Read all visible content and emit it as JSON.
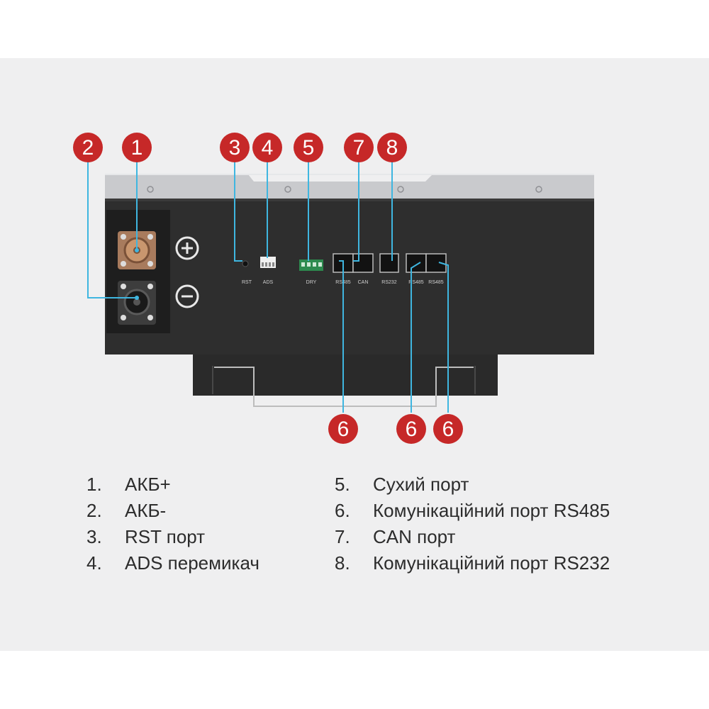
{
  "device": {
    "port_labels": {
      "rst": "RST",
      "ads": "ADS",
      "dry": "DRY",
      "rs485_a": "RS485",
      "can": "CAN",
      "rs232": "RS232",
      "rs485_b": "RS485",
      "rs485_c": "RS485"
    }
  },
  "markers": {
    "m1": "1",
    "m2": "2",
    "m3": "3",
    "m4": "4",
    "m5": "5",
    "m7": "7",
    "m8": "8",
    "m6a": "6",
    "m6b": "6",
    "m6c": "6"
  },
  "legend": {
    "left": [
      {
        "num": "1.",
        "text": "АКБ+"
      },
      {
        "num": "2.",
        "text": "АКБ-"
      },
      {
        "num": "3.",
        "text": "RST порт"
      },
      {
        "num": "4.",
        "text": "ADS перемикач"
      }
    ],
    "right": [
      {
        "num": "5.",
        "text": "Сухий порт"
      },
      {
        "num": "6.",
        "text": "Комунікаційний порт RS485"
      },
      {
        "num": "7.",
        "text": "CAN порт"
      },
      {
        "num": "8.",
        "text": "Комунікаційний порт RS232"
      }
    ]
  },
  "colors": {
    "marker": "#c62828",
    "leader_line": "#3fb6e0",
    "body": "#2e2e2e",
    "top_cover": "#c8c9cc"
  }
}
